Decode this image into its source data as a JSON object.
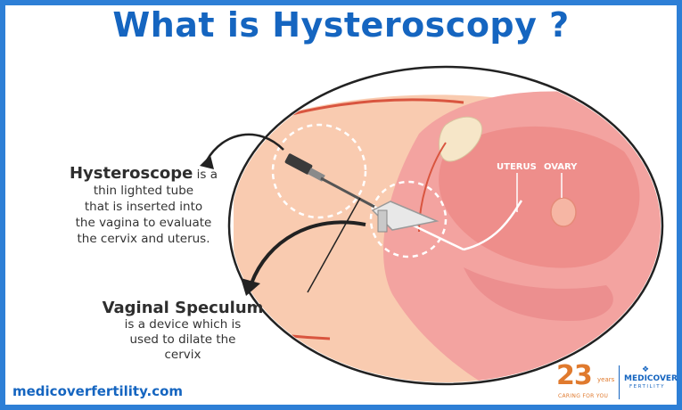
{
  "title": {
    "prefix": "What is ",
    "highlight": "Hysteroscopy ?"
  },
  "hysteroscope": {
    "term": "Hysteroscope",
    "description_lines": [
      "is a",
      "thin lighted tube",
      "that is inserted into",
      "the vagina to evaluate",
      "the cervix and uterus."
    ]
  },
  "speculum": {
    "term": "Vaginal Speculum",
    "description_lines": [
      "is a device which is",
      "used to dilate the",
      "cervix"
    ]
  },
  "diagram_labels": {
    "uterus": "UTERUS",
    "ovary": "OVARY"
  },
  "website": "medicoverfertility.com",
  "logo": {
    "number": "23",
    "years": "years",
    "tagline": "CARING FOR YOU",
    "brand": "MEDICOVER",
    "brand_sub": "FERTILITY"
  },
  "colors": {
    "title": "#1565c0",
    "frame": "#2d7fd6",
    "skin": "#f9cbb0",
    "organ": "#f3a3a0",
    "outline": "#d9553f"
  }
}
